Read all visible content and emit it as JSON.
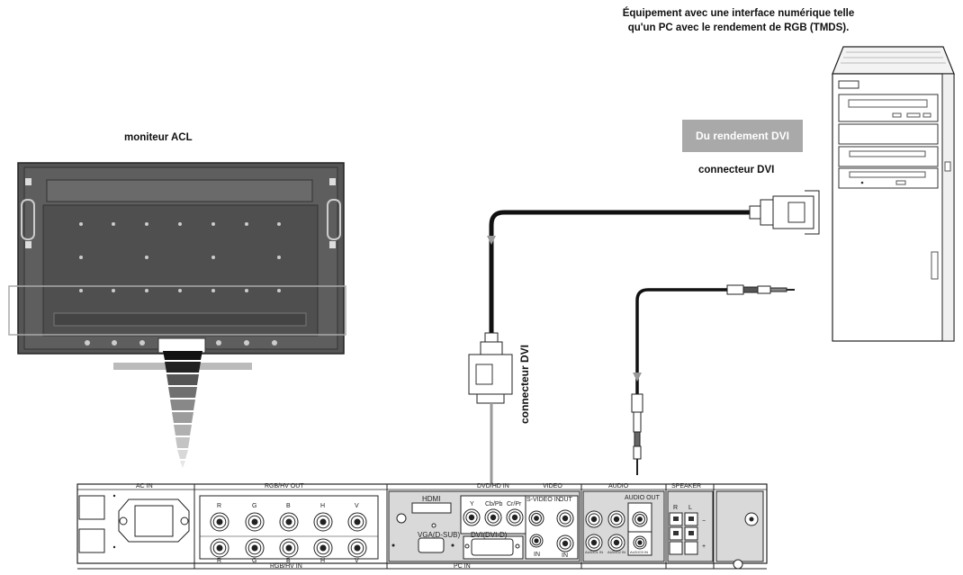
{
  "labels": {
    "equipment_line1": "Équipement avec une interface numérique telle",
    "equipment_line2": "qu'un PC avec le rendement de RGB (TMDS).",
    "monitor": "moniteur ACL",
    "dvi_output_badge": "Du rendement DVI",
    "dvi_connector_top": "connecteur DVI",
    "dvi_connector_vertical": "connecteur DVI"
  },
  "panel": {
    "ac_in": "AC IN",
    "rgbhv_out": "RGB/HV OUT",
    "rgbhv_in": "RGB/HV IN",
    "dvd_hd_in": "DVD/HD IN",
    "video": "VIDEO",
    "audio": "AUDIO",
    "speaker": "SPEAKER",
    "hdmi": "HDMI",
    "vga": "VGA(D-SUB)",
    "dvi": "DVI(DVI-D)",
    "pc_in": "PC IN",
    "svideo_in": "S-VIDEO IN",
    "out": "OUT",
    "in": "IN",
    "audio_out": "AUDIO OUT",
    "rgb_out_letters": [
      "R",
      "G",
      "B",
      "H",
      "V"
    ],
    "rgb_in_letters": [
      "R",
      "G",
      "B",
      "H",
      "V"
    ],
    "component_letters": [
      "Y",
      "Cb/Pb",
      "Cr/Pr"
    ],
    "speaker_letters": [
      "R",
      "L"
    ],
    "speaker_signs": [
      "−",
      "+"
    ],
    "audio_in_labels": [
      "AUDIO1 IN",
      "AUDIO2 IN",
      "AUDIO3 IN"
    ]
  },
  "colors": {
    "cable": "#111111",
    "gray_cable": "#9a9a9a",
    "badge_bg": "#a9a9a9",
    "panel_fill": "#d9d9d9",
    "monitor_body": "#555555"
  }
}
